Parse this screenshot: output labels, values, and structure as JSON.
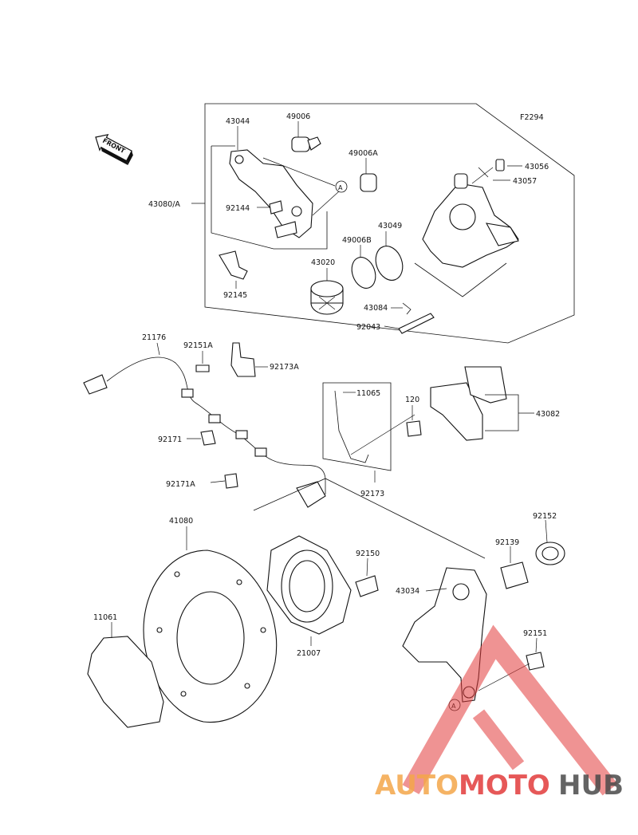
{
  "figure_code": "F2294",
  "front_label": "FRONT",
  "callout_a": "A",
  "parts": {
    "p43044": "43044",
    "p49006": "49006",
    "p49006A": "49006A",
    "p43056": "43056",
    "p43057": "43057",
    "p43080A": "43080/A",
    "p92144": "92144",
    "p43049": "43049",
    "p49006B": "49006B",
    "p43020": "43020",
    "p92145": "92145",
    "p43084": "43084",
    "p92043": "92043",
    "p21176": "21176",
    "p92151A": "92151A",
    "p92173A": "92173A",
    "p11065": "11065",
    "p120": "120",
    "p43082": "43082",
    "p92171": "92171",
    "p92171A": "92171A",
    "p92173": "92173",
    "p41080": "41080",
    "p92152": "92152",
    "p92139": "92139",
    "p92150": "92150",
    "p43034": "43034",
    "p11061": "11061",
    "p21007": "21007",
    "p92151": "92151"
  },
  "watermark": {
    "part1": "AUTO",
    "part2": "MOTO",
    "part3": "HUB",
    "colors": {
      "auto": "#f4a64a",
      "moto": "#e23b3b",
      "hub": "#4a4a4a"
    }
  }
}
